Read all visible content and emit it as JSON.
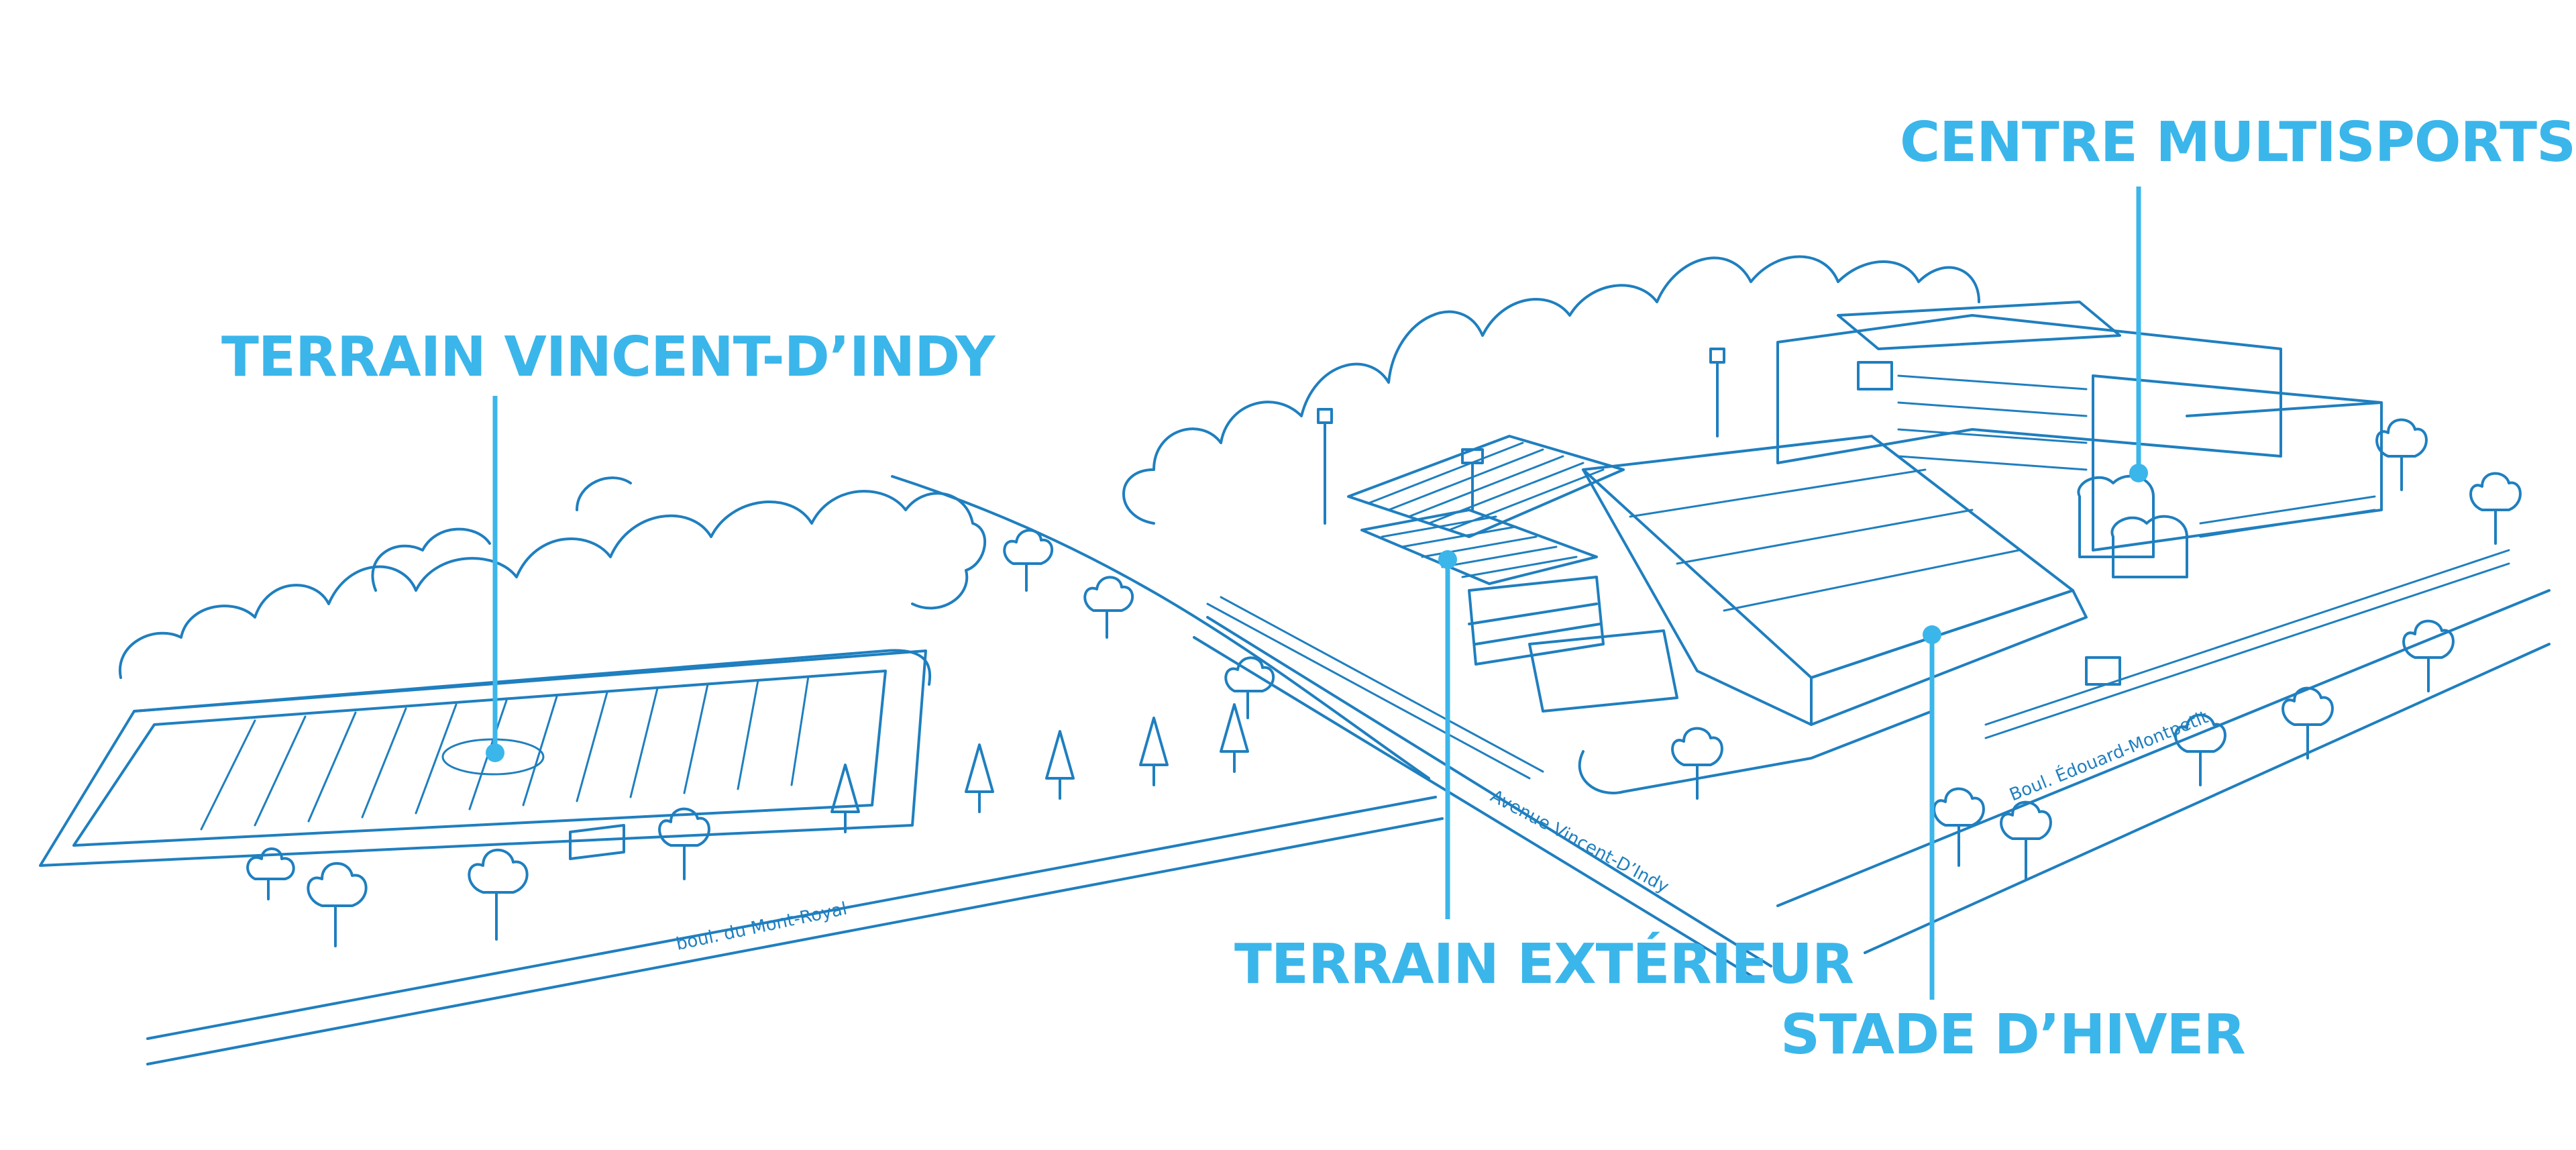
{
  "colors": {
    "callout": "#3bb6ea",
    "linework": "#1f7fbf",
    "background": "#ffffff"
  },
  "labels": {
    "terrain_vincent_dindy": "TERRAIN VINCENT-D’INDY",
    "centre_multisports": "CENTRE MULTISPORTS",
    "terrain_exterieur": "TERRAIN EXTÉRIEUR",
    "stade_hiver": "STADE D’HIVER"
  },
  "streets": {
    "mont_royal": "boul. du Mont-Royal",
    "vincent_dindy": "Avenue Vincent-D’Indy",
    "edouard_montpetit": "Boul. Édouard-Montpetit"
  }
}
